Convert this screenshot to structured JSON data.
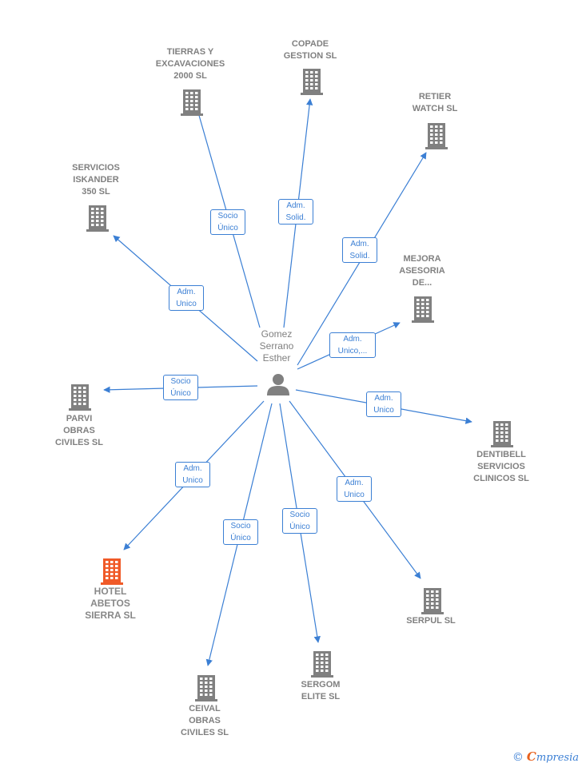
{
  "center": {
    "name": "Gomez\nSerrano\nEsther"
  },
  "nodes": [
    {
      "id": "tierras",
      "label": "TIERRAS Y\nEXCAVACIONES\n2000 SL",
      "icon": "building-icon",
      "color": "#808080"
    },
    {
      "id": "copade",
      "label": "COPADE\nGESTION SL",
      "icon": "building-icon",
      "color": "#808080"
    },
    {
      "id": "retier",
      "label": "RETIER\nWATCH SL",
      "icon": "building-icon",
      "color": "#808080"
    },
    {
      "id": "servicios",
      "label": "SERVICIOS\nISKANDER\n350  SL",
      "icon": "building-icon",
      "color": "#808080"
    },
    {
      "id": "mejora",
      "label": "MEJORA\nASESORIA\nDE...",
      "icon": "building-icon",
      "color": "#808080"
    },
    {
      "id": "parvi",
      "label": "PARVI\nOBRAS\nCIVILES SL",
      "icon": "building-icon",
      "color": "#808080"
    },
    {
      "id": "dentibell",
      "label": "DENTIBELL\nSERVICIOS\nCLINICOS  SL",
      "icon": "building-icon",
      "color": "#808080"
    },
    {
      "id": "hotel",
      "label": "HOTEL\nABETOS\nSIERRA  SL",
      "icon": "building-icon",
      "color": "#f05a28",
      "highlight": true
    },
    {
      "id": "serpul",
      "label": "SERPUL SL",
      "icon": "building-icon",
      "color": "#808080"
    },
    {
      "id": "ceival",
      "label": "CEIVAL\nOBRAS\nCIVILES SL",
      "icon": "building-icon",
      "color": "#808080"
    },
    {
      "id": "sergom",
      "label": "SERGOM\nELITE SL",
      "icon": "building-icon",
      "color": "#808080"
    }
  ],
  "edges": [
    {
      "to": "tierras",
      "label": "Socio\nÚnico"
    },
    {
      "to": "copade",
      "label": "Adm.\nSolid."
    },
    {
      "to": "retier",
      "label": "Adm.\nSolid."
    },
    {
      "to": "servicios",
      "label": "Adm.\nUnico"
    },
    {
      "to": "mejora",
      "label": "Adm.\nUnico,..."
    },
    {
      "to": "parvi",
      "label": "Socio\nÚnico"
    },
    {
      "to": "dentibell",
      "label": "Adm.\nUnico"
    },
    {
      "to": "hotel",
      "label": "Adm.\nUnico"
    },
    {
      "to": "serpul",
      "label": "Adm.\nUnico"
    },
    {
      "to": "ceival",
      "label": "Socio\nÚnico"
    },
    {
      "to": "sergom",
      "label": "Socio\nÚnico"
    }
  ],
  "colors": {
    "edge": "#3b7fd4",
    "node": "#808080",
    "highlight": "#f05a28",
    "person": "#808080"
  },
  "footer": {
    "copyright": "©",
    "brand_first": "C",
    "brand_rest": "mpresia"
  }
}
